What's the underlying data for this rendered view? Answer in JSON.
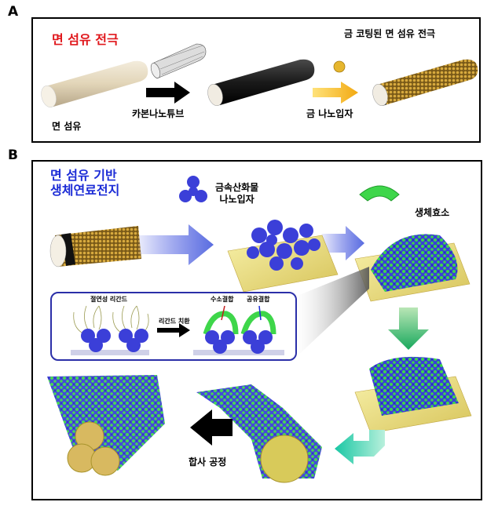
{
  "panel_a": {
    "letter": "A",
    "title": "면 섬유 전극",
    "title_right": "금 코팅된  면 섬유 전극",
    "label_cotton": "면 섬유",
    "label_cnt": "카본나노튜브",
    "label_gold_np": "금 나노입자"
  },
  "panel_b": {
    "letter": "B",
    "title_line1": "면 섬유 기반",
    "title_line2": "생체연료전지",
    "label_metal_oxide_line1": "금속산화물",
    "label_metal_oxide_line2": "나노입자",
    "label_enzyme": "생체효소",
    "label_twisting": "합사 공정",
    "inset": {
      "insulating_ligand": "절연성 리간드",
      "ligand_exchange": "리간드 치환",
      "hydrophobic_bond": "수소결합",
      "covalent_bond": "공유결합"
    }
  },
  "colors": {
    "red_title": "#e0161b",
    "blue_title": "#1b2bd6",
    "gold": "#c9a33a",
    "nanoparticle_blue": "#3b3fd8",
    "enzyme_green": "#3ed64a",
    "arrow_blue": "#5a6de0",
    "arrow_gold": "#f4b51b"
  }
}
